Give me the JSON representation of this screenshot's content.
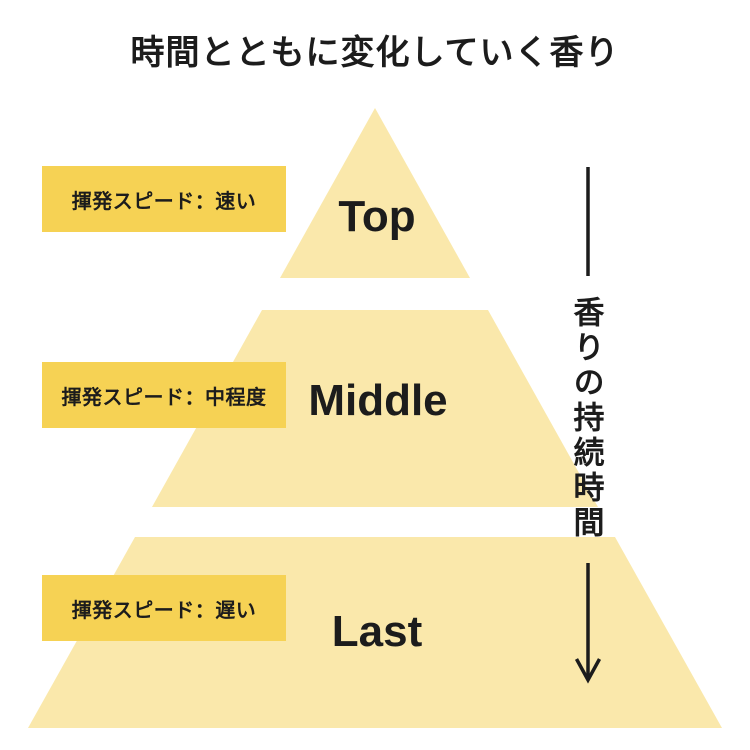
{
  "title": "時間とともに変化していく香り",
  "colors": {
    "background": "#FFFFFF",
    "pyramid": "#FAE8AB",
    "label_box": "#F6D254",
    "text": "#1C1C1C",
    "line": "#1C1C1C"
  },
  "pyramid": {
    "sections": [
      {
        "name": "Top",
        "speed_label": "揮発スピード：速い"
      },
      {
        "name": "Middle",
        "speed_label": "揮発スピード：中程度"
      },
      {
        "name": "Last",
        "speed_label": "揮発スピード：遅い"
      }
    ]
  },
  "timeline": {
    "axis_label": "香りの持続時間"
  }
}
